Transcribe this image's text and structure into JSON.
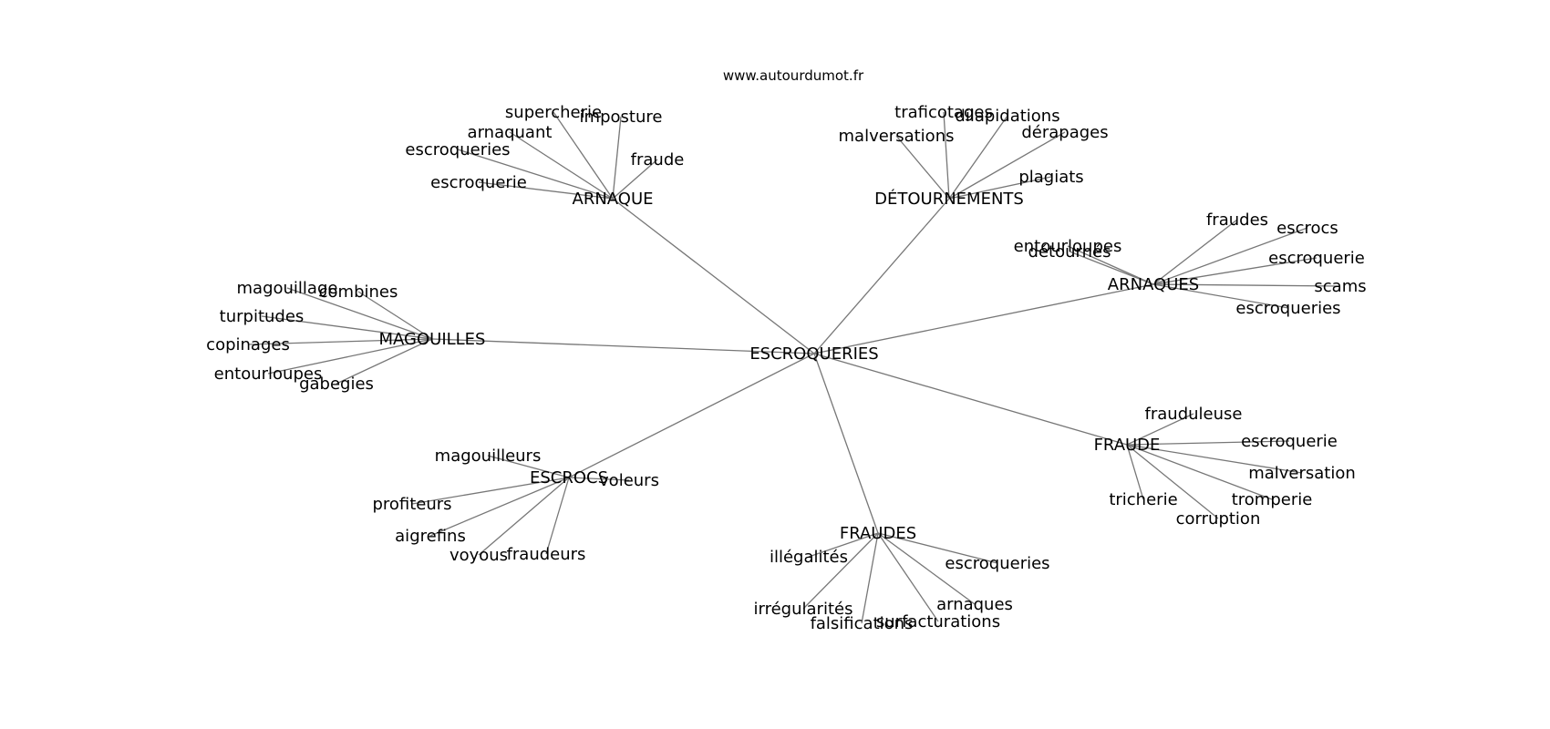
{
  "source": "www.autourdumot.fr",
  "graph": {
    "root": "ESCROQUERIES",
    "branches": [
      {
        "label": "ARNAQUE",
        "children": [
          "supercherie",
          "imposture",
          "arnaquant",
          "escroqueries",
          "fraude",
          "escroquerie"
        ]
      },
      {
        "label": "DÉTOURNEMENTS",
        "children": [
          "traficotages",
          "dilapidations",
          "malversations",
          "dérapages",
          "plagiats"
        ]
      },
      {
        "label": "ARNAQUES",
        "children": [
          "fraudes",
          "escrocs",
          "entourloupes",
          "détournés",
          "escroquerie",
          "scams",
          "escroqueries"
        ]
      },
      {
        "label": "MAGOUILLES",
        "children": [
          "magouillage",
          "combines",
          "turpitudes",
          "copinages",
          "entourloupes",
          "gabegies"
        ]
      },
      {
        "label": "FRAUDE",
        "children": [
          "frauduleuse",
          "escroquerie",
          "malversation",
          "tricherie",
          "tromperie",
          "corruption"
        ]
      },
      {
        "label": "ESCROCS",
        "children": [
          "magouilleurs",
          "voleurs",
          "profiteurs",
          "aigrefins",
          "voyous",
          "fraudeurs"
        ]
      },
      {
        "label": "FRAUDES",
        "children": [
          "illégalités",
          "escroqueries",
          "irrégularités",
          "arnaques",
          "falsifications",
          "surfacturations"
        ]
      }
    ]
  }
}
